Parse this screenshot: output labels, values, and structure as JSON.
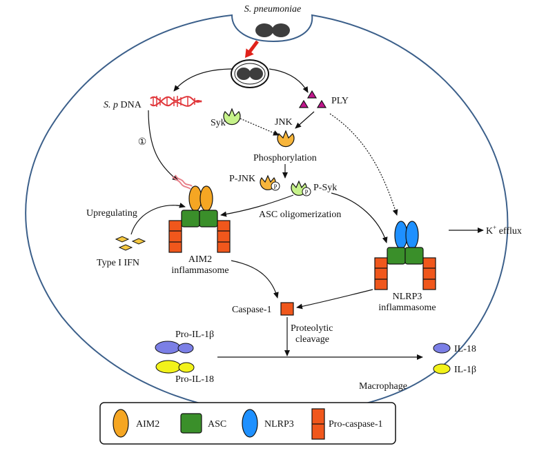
{
  "labels": {
    "pathogen": "S. pneumoniae",
    "sp_dna_italic": "S. p",
    "sp_dna_rest": " DNA",
    "ply": "PLY",
    "syk": "Syk",
    "jnk": "JNK",
    "phosphorylation": "Phosphorylation",
    "step_marker": "①",
    "p_jnk": "P-JNK",
    "p_syk": "P-Syk",
    "phospho_marker": "P",
    "asc_oligomerization": "ASC oligomerization",
    "upregulating": "Upregulating",
    "type1_ifn": "Type I IFN",
    "aim2_line1": "AIM2",
    "aim2_line2": "inflammasome",
    "k_efflux_k": "K",
    "k_efflux_sup": "+",
    "k_efflux_rest": " efflux",
    "nlrp3_line1": "NLRP3",
    "nlrp3_line2": "inflammasome",
    "caspase1": "Caspase-1",
    "proteolytic_line1": "Proteolytic",
    "proteolytic_line2": "cleavage",
    "pro_il1b": "Pro-IL-1β",
    "pro_il18": "Pro-IL-18",
    "il18": "IL-18",
    "il1b": "IL-1β",
    "macrophage": "Macrophage"
  },
  "legend": {
    "items": [
      {
        "label": "AIM2",
        "icon": "aim2-oval"
      },
      {
        "label": "ASC",
        "icon": "asc-square"
      },
      {
        "label": "NLRP3",
        "icon": "nlrp3-oval"
      },
      {
        "label": "Pro-caspase-1",
        "icon": "pro-caspase-bar"
      }
    ]
  },
  "colors": {
    "aim2": "#f5a623",
    "asc": "#3a8f2a",
    "nlrp3": "#1e90ff",
    "caspase": "#f0571c",
    "ply": "#c0168c",
    "syk": "#c6f28a",
    "jnk": "#f7b53b",
    "il18": "#7b7fe6",
    "il1b": "#f2f21a",
    "dna": "#e0363a",
    "arrow_red": "#e0221b"
  }
}
